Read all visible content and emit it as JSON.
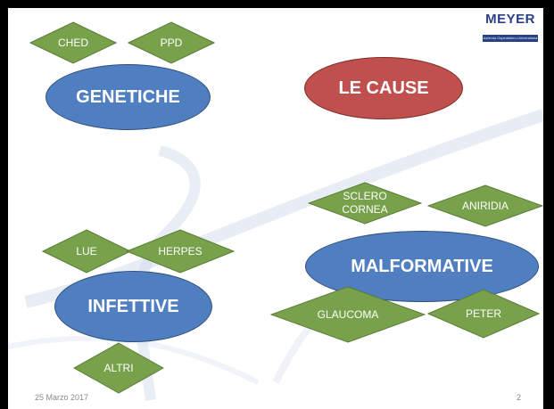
{
  "title": "LE CAUSE",
  "groups": {
    "genetiche": {
      "label": "GENETICHE",
      "items": [
        "CHED",
        "PPD"
      ]
    },
    "infettive": {
      "label": "INFETTIVE",
      "items": [
        "LUE",
        "HERPES",
        "ALTRI"
      ]
    },
    "malformative": {
      "label": "MALFORMATIVE",
      "items": [
        "SCLERO CORNEA",
        "ANIRIDIA",
        "GLAUCOMA",
        "PETER"
      ]
    }
  },
  "footer": {
    "date": "25 Marzo 2017",
    "page": "2"
  },
  "logo": {
    "name": "MEYER",
    "tagline": "Azienda Ospedaliero-Universitaria"
  },
  "colors": {
    "ellipse_blue": "#4f7fc0",
    "ellipse_red": "#c0504d",
    "diamond_green": "#78a14b",
    "frame": "#000000"
  }
}
